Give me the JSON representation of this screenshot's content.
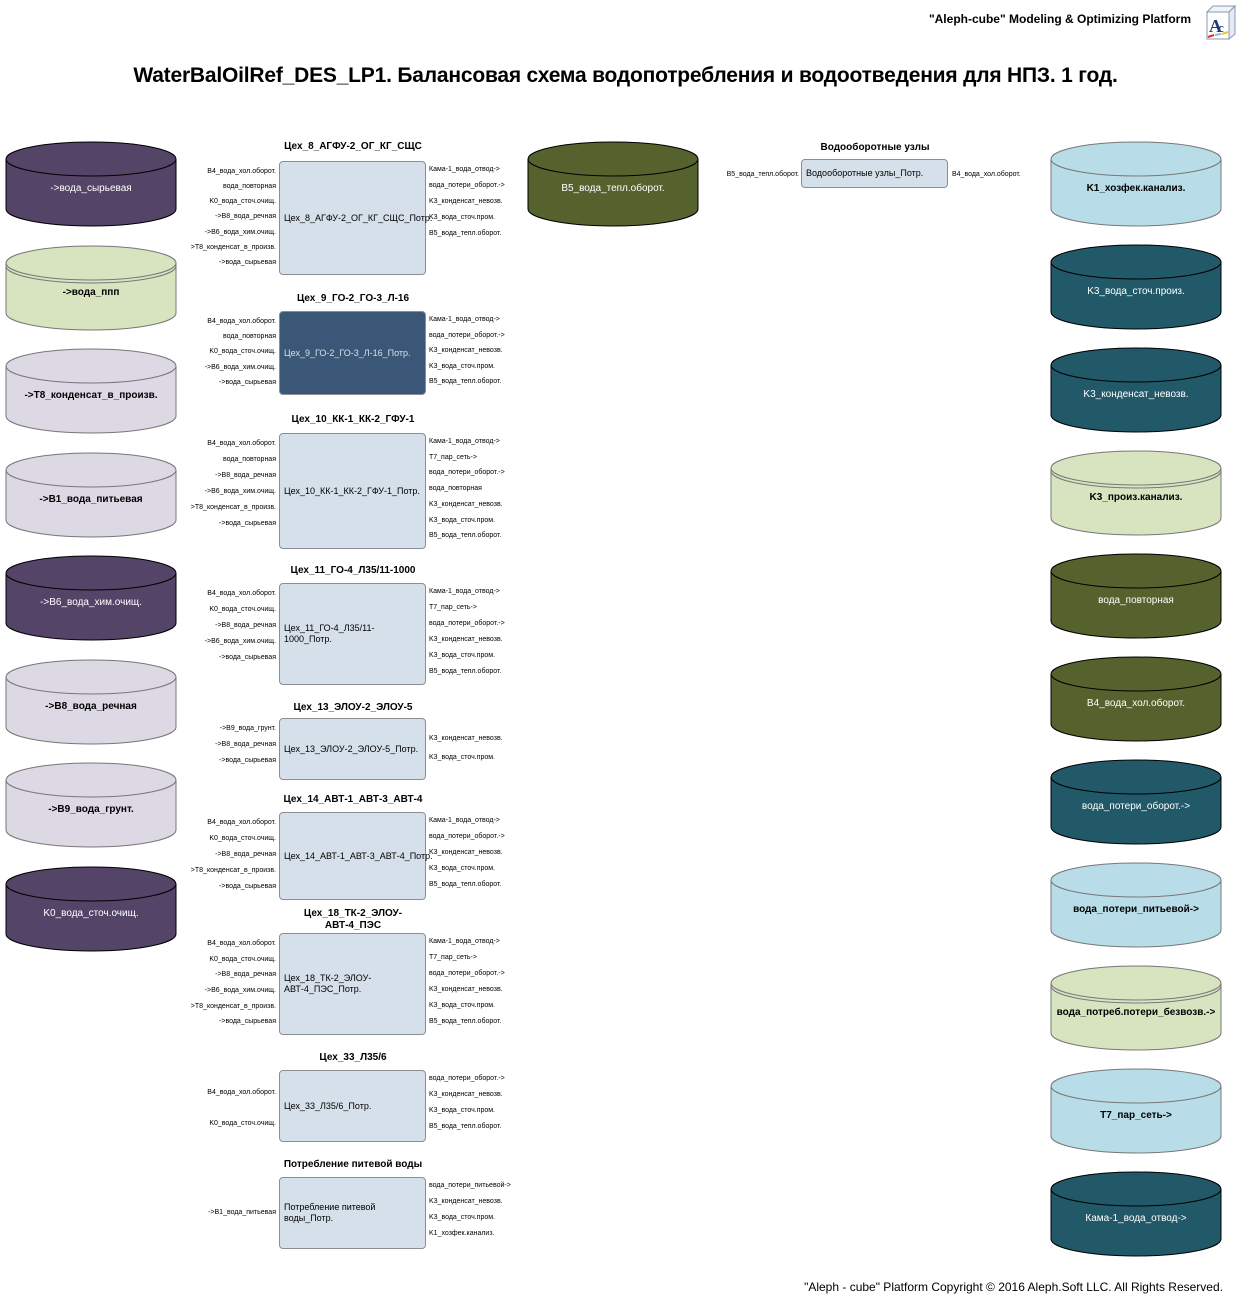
{
  "header": {
    "platform": "\"Aleph-cube\" Modeling & Optimizing Platform",
    "logo_icon": "aleph-cube-logo-icon",
    "title": "WaterBalOilRef_DES_LP1. Балансовая схема водопотребления и водоотведения для НПЗ. 1 год."
  },
  "colors": {
    "dark_purple": "#544468",
    "light_green": "#d8e4bf",
    "lavender": "#dcd8e4",
    "olive": "#55622e",
    "teal": "#215968",
    "light_blue": "#b8dce8",
    "process_fill": "#d6e0ea",
    "process_dark": "#3b5778"
  },
  "sources": [
    {
      "label": "->вода_сырьевая",
      "style": "dark",
      "color": "#544468"
    },
    {
      "label": "->вода_ппп",
      "style": "light",
      "color": "#d8e4bf"
    },
    {
      "label": "->T8_конденсат_в_произв.",
      "style": "light",
      "color": "#dcd8e4"
    },
    {
      "label": "->B1_вода_питьевая",
      "style": "light",
      "color": "#dcd8e4"
    },
    {
      "label": "->B6_вода_хим.очищ.",
      "style": "dark",
      "color": "#544468"
    },
    {
      "label": "->B8_вода_речная",
      "style": "light",
      "color": "#dcd8e4"
    },
    {
      "label": "->B9_вода_грунт.",
      "style": "light",
      "color": "#dcd8e4"
    },
    {
      "label": "K0_вода_сточ.очищ.",
      "style": "dark",
      "color": "#544468"
    }
  ],
  "middle_tank": {
    "label": "B5_вода_тепл.оборот.",
    "style": "dark",
    "color": "#55622e"
  },
  "sinks": [
    {
      "label": "K1_хозфек.канализ.",
      "style": "light",
      "color": "#b8dce8"
    },
    {
      "label": "K3_вода_сточ.произ.",
      "style": "dark",
      "color": "#215968"
    },
    {
      "label": "K3_конденсат_невозв.",
      "style": "dark",
      "color": "#215968"
    },
    {
      "label": "K3_произ.канализ.",
      "style": "light",
      "color": "#d8e4bf"
    },
    {
      "label": "вода_повторная",
      "style": "dark",
      "color": "#55622e"
    },
    {
      "label": "B4_вода_хол.оборот.",
      "style": "dark",
      "color": "#55622e"
    },
    {
      "label": "вода_потери_оборот.->",
      "style": "dark",
      "color": "#215968"
    },
    {
      "label": "вода_потери_питьевой->",
      "style": "light",
      "color": "#b8dce8"
    },
    {
      "label": "вода_потреб.потери_безвозв.->",
      "style": "light",
      "color": "#d8e4bf"
    },
    {
      "label": "T7_пар_сеть->",
      "style": "light",
      "color": "#b8dce8"
    },
    {
      "label": "Кама-1_вода_отвод->",
      "style": "dark",
      "color": "#215968"
    }
  ],
  "recycle_node": {
    "title": "Водооборотные узлы",
    "box": "Водооборотные узлы_Потр.",
    "input": "B5_вода_тепл.оборот.",
    "output": "B4_вода_хол.оборот."
  },
  "processes": [
    {
      "title": "Цех_8_АГФУ-2_ОГ_КГ_СЩС",
      "box": "Цех_8_АГФУ-2_ОГ_КГ_СЩС_Потр.",
      "inputs": [
        "B4_вода_хол.оборот.",
        "вода_повторная",
        "K0_вода_сточ.очищ.",
        "->B8_вода_речная",
        "->B6_вода_хим.очищ.",
        ">T8_конденсат_в_произв.",
        "->вода_сырьевая"
      ],
      "outputs": [
        "Кама-1_вода_отвод->",
        "вода_потери_оборот.->",
        "K3_конденсат_невозв.",
        "K3_вода_сточ.пром.",
        "B5_вода_тепл.оборот."
      ]
    },
    {
      "title": "Цех_9_ГО-2_ГО-3_Л-16",
      "box": "Цех_9_ГО-2_ГО-3_Л-16_Потр.",
      "dark": true,
      "inputs": [
        "B4_вода_хол.оборот.",
        "вода_повторная",
        "K0_вода_сточ.очищ.",
        "->B6_вода_хим.очищ.",
        "->вода_сырьевая"
      ],
      "outputs": [
        "Кама-1_вода_отвод->",
        "вода_потери_оборот.->",
        "K3_конденсат_невозв.",
        "K3_вода_сточ.пром.",
        "B5_вода_тепл.оборот."
      ]
    },
    {
      "title": "Цех_10_КК-1_КК-2_ГФУ-1",
      "box": "Цех_10_КК-1_КК-2_ГФУ-1_Потр.",
      "inputs": [
        "B4_вода_хол.оборот.",
        "вода_повторная",
        "->B8_вода_речная",
        "->B6_вода_хим.очищ.",
        ">T8_конденсат_в_произв.",
        "->вода_сырьевая"
      ],
      "outputs": [
        "Кама-1_вода_отвод->",
        "T7_пар_сеть->",
        "вода_потери_оборот.->",
        "вода_повторная",
        "K3_конденсат_невозв.",
        "K3_вода_сточ.пром.",
        "B5_вода_тепл.оборот."
      ]
    },
    {
      "title": "Цех_11_ГО-4_Л35/11-1000",
      "box": "Цех_11_ГО-4_Л35/11-1000_Потр.",
      "inputs": [
        "B4_вода_хол.оборот.",
        "K0_вода_сточ.очищ.",
        "->B8_вода_речная",
        "->B6_вода_хим.очищ.",
        "->вода_сырьевая"
      ],
      "outputs": [
        "Кама-1_вода_отвод->",
        "T7_пар_сеть->",
        "вода_потери_оборот.->",
        "K3_конденсат_невозв.",
        "K3_вода_сточ.пром.",
        "B5_вода_тепл.оборот."
      ]
    },
    {
      "title": "Цех_13_ЭЛОУ-2_ЭЛОУ-5",
      "box": "Цех_13_ЭЛОУ-2_ЭЛОУ-5_Потр.",
      "inputs": [
        "->B9_вода_грунт.",
        "->B8_вода_речная",
        "->вода_сырьевая"
      ],
      "outputs": [
        "K3_конденсат_невозв.",
        "K3_вода_сточ.пром."
      ]
    },
    {
      "title": "Цех_14_АВТ-1_АВТ-3_АВТ-4",
      "box": "Цех_14_АВТ-1_АВТ-3_АВТ-4_Потр.",
      "inputs": [
        "B4_вода_хол.оборот.",
        "K0_вода_сточ.очищ.",
        "->B8_вода_речная",
        ">T8_конденсат_в_произв.",
        "->вода_сырьевая"
      ],
      "outputs": [
        "Кама-1_вода_отвод->",
        "вода_потери_оборот.->",
        "K3_конденсат_невозв.",
        "K3_вода_сточ.пром.",
        "B5_вода_тепл.оборот."
      ]
    },
    {
      "title": "Цех_18_ТК-2_ЭЛОУ-АВТ-4_ПЭС",
      "box": "Цех_18_ТК-2_ЭЛОУ-АВТ-4_ПЭС_Потр.",
      "inputs": [
        "B4_вода_хол.оборот.",
        "K0_вода_сточ.очищ.",
        "->B8_вода_речная",
        "->B6_вода_хим.очищ.",
        ">T8_конденсат_в_произв.",
        "->вода_сырьевая"
      ],
      "outputs": [
        "Кама-1_вода_отвод->",
        "T7_пар_сеть->",
        "вода_потери_оборот.->",
        "K3_конденсат_невозв.",
        "K3_вода_сточ.пром.",
        "B5_вода_тепл.оборот."
      ]
    },
    {
      "title": "Цех_33_Л35/6",
      "box": "Цех_33_Л35/6_Потр.",
      "inputs": [
        "B4_вода_хол.оборот.",
        "K0_вода_сточ.очищ."
      ],
      "outputs": [
        "вода_потери_оборот.->",
        "K3_конденсат_невозв.",
        "K3_вода_сточ.пром.",
        "B5_вода_тепл.оборот."
      ]
    },
    {
      "title": "Потребление питевой воды",
      "box": "Потребление питевой воды_Потр.",
      "inputs": [
        "->B1_вода_питьевая"
      ],
      "outputs": [
        "вода_потери_питьевой->",
        "K3_конденсат_невозв.",
        "K3_вода_сточ.пром.",
        "K1_хозфек.канализ."
      ]
    }
  ],
  "footer": "\"Aleph - cube\" Platform Copyright © 2016 Aleph.Soft LLC. All Rights Reserved."
}
